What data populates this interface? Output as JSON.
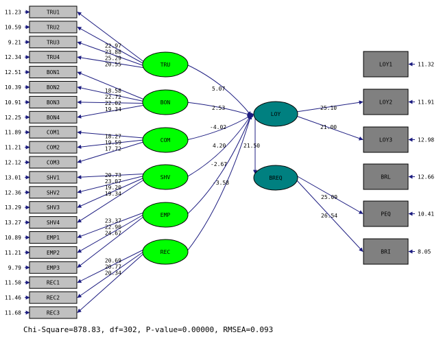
{
  "colors": {
    "line": "#1c1c80",
    "box_gray_light": "#c0c0c0",
    "box_gray_dark": "#808080",
    "latent_exog": "#00ff00",
    "latent_endo": "#008080"
  },
  "observed_left": [
    {
      "id": "TRU1",
      "label": "TRU1",
      "error": "11.23"
    },
    {
      "id": "TRU2",
      "label": "TRU2",
      "error": "10.59"
    },
    {
      "id": "TRU3",
      "label": "TRU3",
      "error": "9.21"
    },
    {
      "id": "TRU4",
      "label": "TRU4",
      "error": "12.34"
    },
    {
      "id": "BON1",
      "label": "BON1",
      "error": "12.51"
    },
    {
      "id": "BON2",
      "label": "BON2",
      "error": "10.39"
    },
    {
      "id": "BON3",
      "label": "BON3",
      "error": "10.91"
    },
    {
      "id": "BON4",
      "label": "BON4",
      "error": "12.25"
    },
    {
      "id": "COM1",
      "label": "COM1",
      "error": "11.89"
    },
    {
      "id": "COM2",
      "label": "COM2",
      "error": "11.21"
    },
    {
      "id": "COM3",
      "label": "COM3",
      "error": "12.12"
    },
    {
      "id": "SHV1",
      "label": "SHV1",
      "error": "13.01"
    },
    {
      "id": "SHV2",
      "label": "SHV2",
      "error": "12.36"
    },
    {
      "id": "SHV3",
      "label": "SHV3",
      "error": "13.29"
    },
    {
      "id": "SHV4",
      "label": "SHV4",
      "error": "13.27"
    },
    {
      "id": "EMP1",
      "label": "EMP1",
      "error": "10.89"
    },
    {
      "id": "EMP2",
      "label": "EMP2",
      "error": "11.21"
    },
    {
      "id": "EMP3",
      "label": "EMP3",
      "error": "9.79"
    },
    {
      "id": "REC1",
      "label": "REC1",
      "error": "11.50"
    },
    {
      "id": "REC2",
      "label": "REC2",
      "error": "11.46"
    },
    {
      "id": "REC3",
      "label": "REC3",
      "error": "11.68"
    }
  ],
  "latent_exog": [
    {
      "id": "TRU",
      "label": "TRU",
      "indicators": [
        "TRU1",
        "TRU2",
        "TRU3",
        "TRU4"
      ],
      "loadings": [
        "22.97",
        "23.88",
        "25.29",
        "20.55"
      ],
      "path_to_loy": "5.07"
    },
    {
      "id": "BON",
      "label": "BON",
      "indicators": [
        "BON1",
        "BON2",
        "BON3",
        "BON4"
      ],
      "loadings": [
        "18.58",
        "22.72",
        "22.02",
        "19.34"
      ],
      "path_to_loy": "2.53"
    },
    {
      "id": "COM",
      "label": "COM",
      "indicators": [
        "COM1",
        "COM2",
        "COM3"
      ],
      "loadings": [
        "18.27",
        "19.59",
        "17.72"
      ],
      "path_to_loy": "-4.02"
    },
    {
      "id": "SHV",
      "label": "SHV",
      "indicators": [
        "SHV1",
        "SHV2",
        "SHV3",
        "SHV4"
      ],
      "loadings": [
        "20.73",
        "23.07",
        "19.20",
        "19.34"
      ],
      "path_to_loy": "4.20"
    },
    {
      "id": "EMP",
      "label": "EMP",
      "indicators": [
        "EMP1",
        "EMP2",
        "EMP3"
      ],
      "loadings": [
        "23.37",
        "22.90",
        "24.67"
      ],
      "path_to_loy": "-2.67"
    },
    {
      "id": "REC",
      "label": "REC",
      "indicators": [
        "REC1",
        "REC2",
        "REC3"
      ],
      "loadings": [
        "20.69",
        "20.77",
        "20.34"
      ],
      "path_to_loy": "-3.58"
    }
  ],
  "latent_endo": [
    {
      "id": "LOY",
      "label": "LOY"
    },
    {
      "id": "BREQ",
      "label": "BREQ"
    }
  ],
  "loy_to_breq": "21.50",
  "observed_right": [
    {
      "id": "LOY1",
      "label": "LOY1",
      "error": "11.32",
      "parent": "LOY",
      "loading": ""
    },
    {
      "id": "LOY2",
      "label": "LOY2",
      "error": "11.91",
      "parent": "LOY",
      "loading": "25.10"
    },
    {
      "id": "LOY3",
      "label": "LOY3",
      "error": "12.98",
      "parent": "LOY",
      "loading": "21.00"
    },
    {
      "id": "BRL",
      "label": "BRL",
      "error": "12.66",
      "parent": "BREQ",
      "loading": ""
    },
    {
      "id": "PEQ",
      "label": "PEQ",
      "error": "10.41",
      "parent": "BREQ",
      "loading": "25.09"
    },
    {
      "id": "BRI",
      "label": "BRI",
      "error": "8.05",
      "parent": "BREQ",
      "loading": "26.54"
    }
  ],
  "fit_stats": "Chi-Square=878.83, df=302, P-value=0.00000, RMSEA=0.093"
}
